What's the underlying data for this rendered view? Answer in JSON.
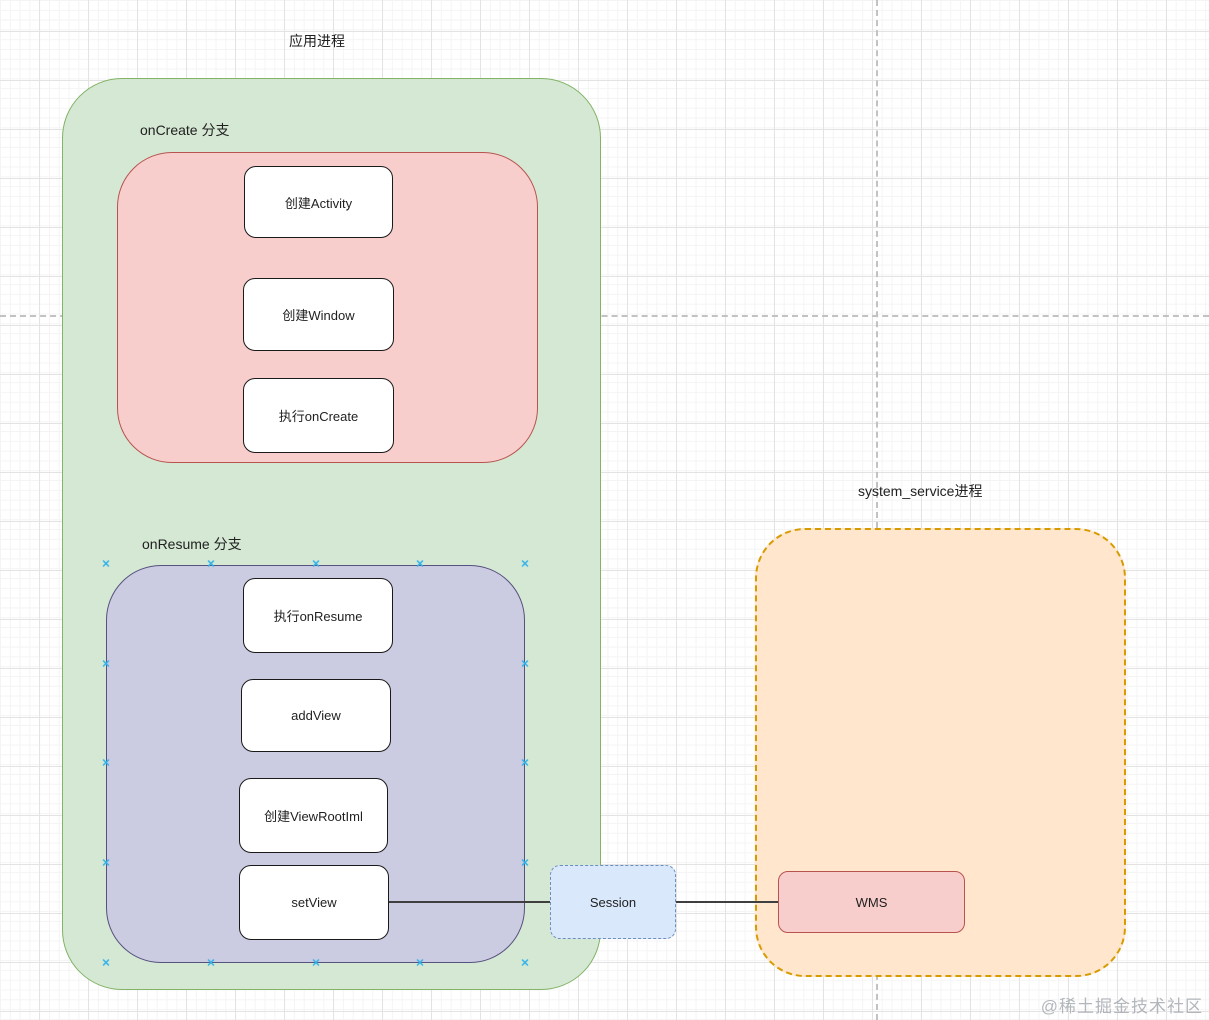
{
  "colors": {
    "green_fill": "#d5e8d4",
    "green_border": "#82b366",
    "red_fill": "#f8cecc",
    "red_border": "#b85450",
    "purple_fill": "#cbcbe1",
    "purple_border": "#56517e",
    "orange_fill": "#ffe6cc",
    "orange_border": "#d79b00",
    "blue_fill": "#dae8fc",
    "blue_border": "#6c8ebf",
    "node_fill": "#ffffff",
    "node_border": "#1a1a1a",
    "edge_color": "#3f3f3f",
    "connection_marker": "#2fb1ea"
  },
  "icons": {
    "connection_point": "✕"
  },
  "app_process": {
    "title": "应用进程",
    "oncreate": {
      "label": "onCreate 分支",
      "nodes": [
        {
          "label": "创建Activity"
        },
        {
          "label": "创建Window"
        },
        {
          "label": "执行onCreate"
        }
      ]
    },
    "onresume": {
      "label": "onResume 分支",
      "nodes": [
        {
          "label": "执行onResume"
        },
        {
          "label": "addView"
        },
        {
          "label": "创建ViewRootIml"
        },
        {
          "label": "setView"
        }
      ]
    }
  },
  "session": {
    "label": "Session"
  },
  "system_service": {
    "title": "system_service进程",
    "nodes": [
      {
        "label": "WMS"
      }
    ]
  },
  "watermark": "@稀土掘金技术社区"
}
